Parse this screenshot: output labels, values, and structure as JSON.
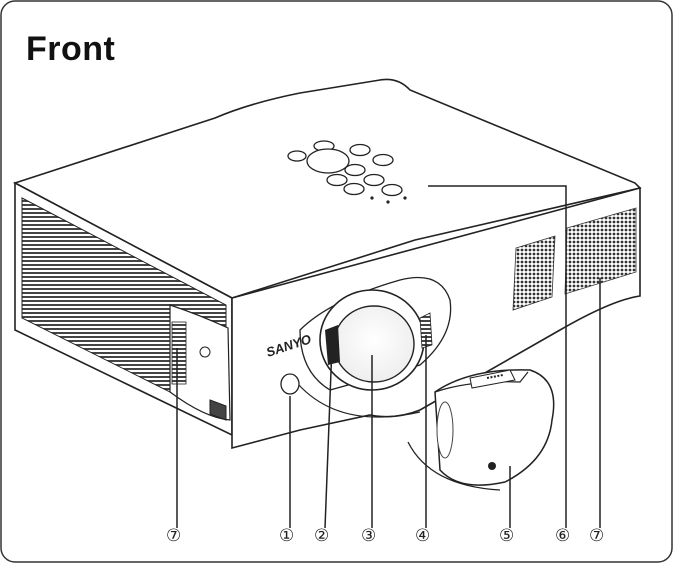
{
  "title": "Front",
  "brand": "SANYO",
  "callouts": [
    {
      "id": "c7a",
      "label": "⑦"
    },
    {
      "id": "c1",
      "label": "①"
    },
    {
      "id": "c2",
      "label": "②"
    },
    {
      "id": "c3",
      "label": "③"
    },
    {
      "id": "c4",
      "label": "④"
    },
    {
      "id": "c5",
      "label": "⑤"
    },
    {
      "id": "c6",
      "label": "⑥"
    },
    {
      "id": "c7b",
      "label": "⑦"
    }
  ]
}
